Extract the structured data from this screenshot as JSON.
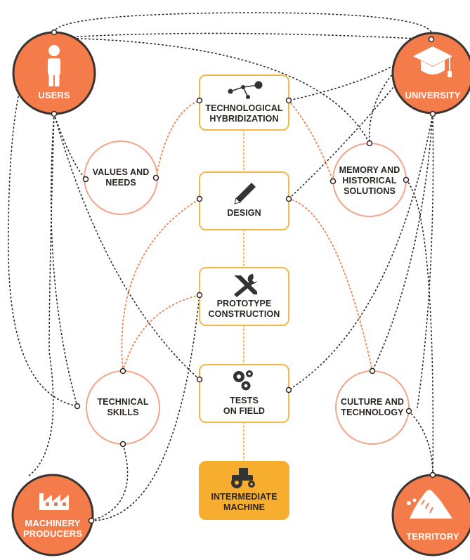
{
  "colors": {
    "actor_fill": "#f47b4a",
    "actor_stroke": "#3a3330",
    "node_ring": "#f3a48a",
    "step_border": "#f7b64a",
    "final_fill": "#f7ad2e",
    "dark_line": "#2b2522",
    "orange_line": "#f08a5d",
    "gold_line": "#f5b545"
  },
  "actors": {
    "users": {
      "label": [
        "USERS"
      ],
      "icon": "person-icon"
    },
    "university": {
      "label": [
        "UNIVERSITY"
      ],
      "icon": "graduation-cap-icon"
    },
    "machinery": {
      "label": [
        "MACHINERY",
        "PRODUCERS"
      ],
      "icon": "factory-icon"
    },
    "territory": {
      "label": [
        "TERRITORY"
      ],
      "icon": "mountain-icon"
    }
  },
  "nodes": {
    "values": {
      "label": [
        "VALUES AND",
        "NEEDS"
      ]
    },
    "memory": {
      "label": [
        "MEMORY AND",
        "HISTORICAL",
        "SOLUTIONS"
      ]
    },
    "technical": {
      "label": [
        "TECHNICAL",
        "SKILLS"
      ]
    },
    "culture": {
      "label": [
        "CULTURE AND",
        "TECHNOLOGY"
      ]
    }
  },
  "steps": [
    {
      "id": "hybrid",
      "label": [
        "TECHNOLOGICAL",
        "HYBRIDIZATION"
      ],
      "icon": "molecule-icon"
    },
    {
      "id": "design",
      "label": [
        "DESIGN"
      ],
      "icon": "pencil-icon"
    },
    {
      "id": "prototype",
      "label": [
        "PROTOTYPE",
        "CONSTRUCTION"
      ],
      "icon": "tools-icon"
    },
    {
      "id": "tests",
      "label": [
        "TESTS",
        "ON FIELD"
      ],
      "icon": "gears-icon"
    },
    {
      "id": "machine",
      "label": [
        "INTERMEDIATE",
        "MACHINE"
      ],
      "icon": "tractor-icon"
    }
  ]
}
